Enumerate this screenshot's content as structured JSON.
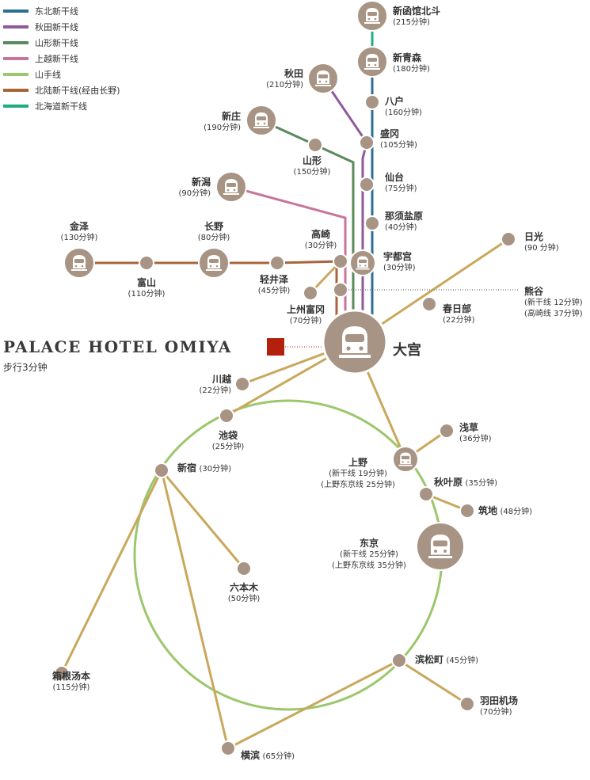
{
  "legend": [
    {
      "label": "东北新干线",
      "color": "#2d6f93"
    },
    {
      "label": "秋田新干线",
      "color": "#8e5a9b"
    },
    {
      "label": "山形新干线",
      "color": "#5b8a5b"
    },
    {
      "label": "上越新干线",
      "color": "#c9749c"
    },
    {
      "label": "山手线",
      "color": "#9cc76c"
    },
    {
      "label": "北陆新干线(经由长野)",
      "color": "#a8653a"
    },
    {
      "label": "北海道新干线",
      "color": "#1fae84"
    }
  ],
  "hotel": {
    "name": "PALACE HOTEL OMIYA",
    "walk": "步行3分钟"
  },
  "hub": {
    "name": "大宫"
  },
  "stations": {
    "shinhakodate": {
      "name": "新函馆北斗",
      "time": "(215分钟)"
    },
    "shinaomori": {
      "name": "新青森",
      "time": "(180分钟)"
    },
    "hachinohe": {
      "name": "八户",
      "time": "(160分钟)"
    },
    "akita": {
      "name": "秋田",
      "time": "(210分钟)"
    },
    "morioka": {
      "name": "盛冈",
      "time": "(105分钟)"
    },
    "shinjo": {
      "name": "新庄",
      "time": "(190分钟)"
    },
    "yamagata": {
      "name": "山形",
      "time": "(150分钟)"
    },
    "sendai": {
      "name": "仙台",
      "time": "(75分钟)"
    },
    "niigata": {
      "name": "新潟",
      "time": "(90分钟)"
    },
    "nasushiobara": {
      "name": "那须盐原",
      "time": "(40分钟)"
    },
    "kanazawa": {
      "name": "金泽",
      "time": "(130分钟)"
    },
    "nagano": {
      "name": "长野",
      "time": "(80分钟)"
    },
    "takasaki": {
      "name": "高崎",
      "time": "(30分钟)"
    },
    "utsunomiya": {
      "name": "宇都宫",
      "time": "(30分钟)"
    },
    "toyama": {
      "name": "富山",
      "time": "(110分钟)"
    },
    "karuizawa": {
      "name": "轻井泽",
      "time": "(45分钟)"
    },
    "jomokogen": {
      "name": "上州富冈",
      "time": "(70分钟)"
    },
    "nikko": {
      "name": "日光",
      "time": "(90 分钟)"
    },
    "kumagaya": {
      "name": "熊谷",
      "time1": "(新干线 12分钟)",
      "time2": "(高崎线 37分钟)"
    },
    "kasukabe": {
      "name": "春日部",
      "time": "(22分钟)"
    },
    "kawagoe": {
      "name": "川越",
      "time": "(22分钟)"
    },
    "ikebukuro": {
      "name": "池袋",
      "time": "(25分钟)"
    },
    "asakusa": {
      "name": "浅草",
      "time": "(36分钟)"
    },
    "ueno": {
      "name": "上野",
      "time1": "(新干线 19分钟)",
      "time2": "(上野东京线 25分钟)"
    },
    "shinjuku": {
      "name": "新宿",
      "time": "(30分钟)"
    },
    "akihabara": {
      "name": "秋叶原",
      "time": "(35分钟)"
    },
    "tsukiji": {
      "name": "筑地",
      "time": "(48分钟)"
    },
    "tokyo": {
      "name": "东京",
      "time1": "(新干线 25分钟)",
      "time2": "(上野东京线 35分钟)"
    },
    "roppongi": {
      "name": "六本木",
      "time": "(50分钟)"
    },
    "hakone": {
      "name": "箱根汤本",
      "time": "(115分钟)"
    },
    "hamamatsucho": {
      "name": "滨松町",
      "time": "(45分钟)"
    },
    "haneda": {
      "name": "羽田机场",
      "time": "(70分钟)"
    },
    "yokohama": {
      "name": "横滨",
      "time": "(65分钟)"
    }
  }
}
